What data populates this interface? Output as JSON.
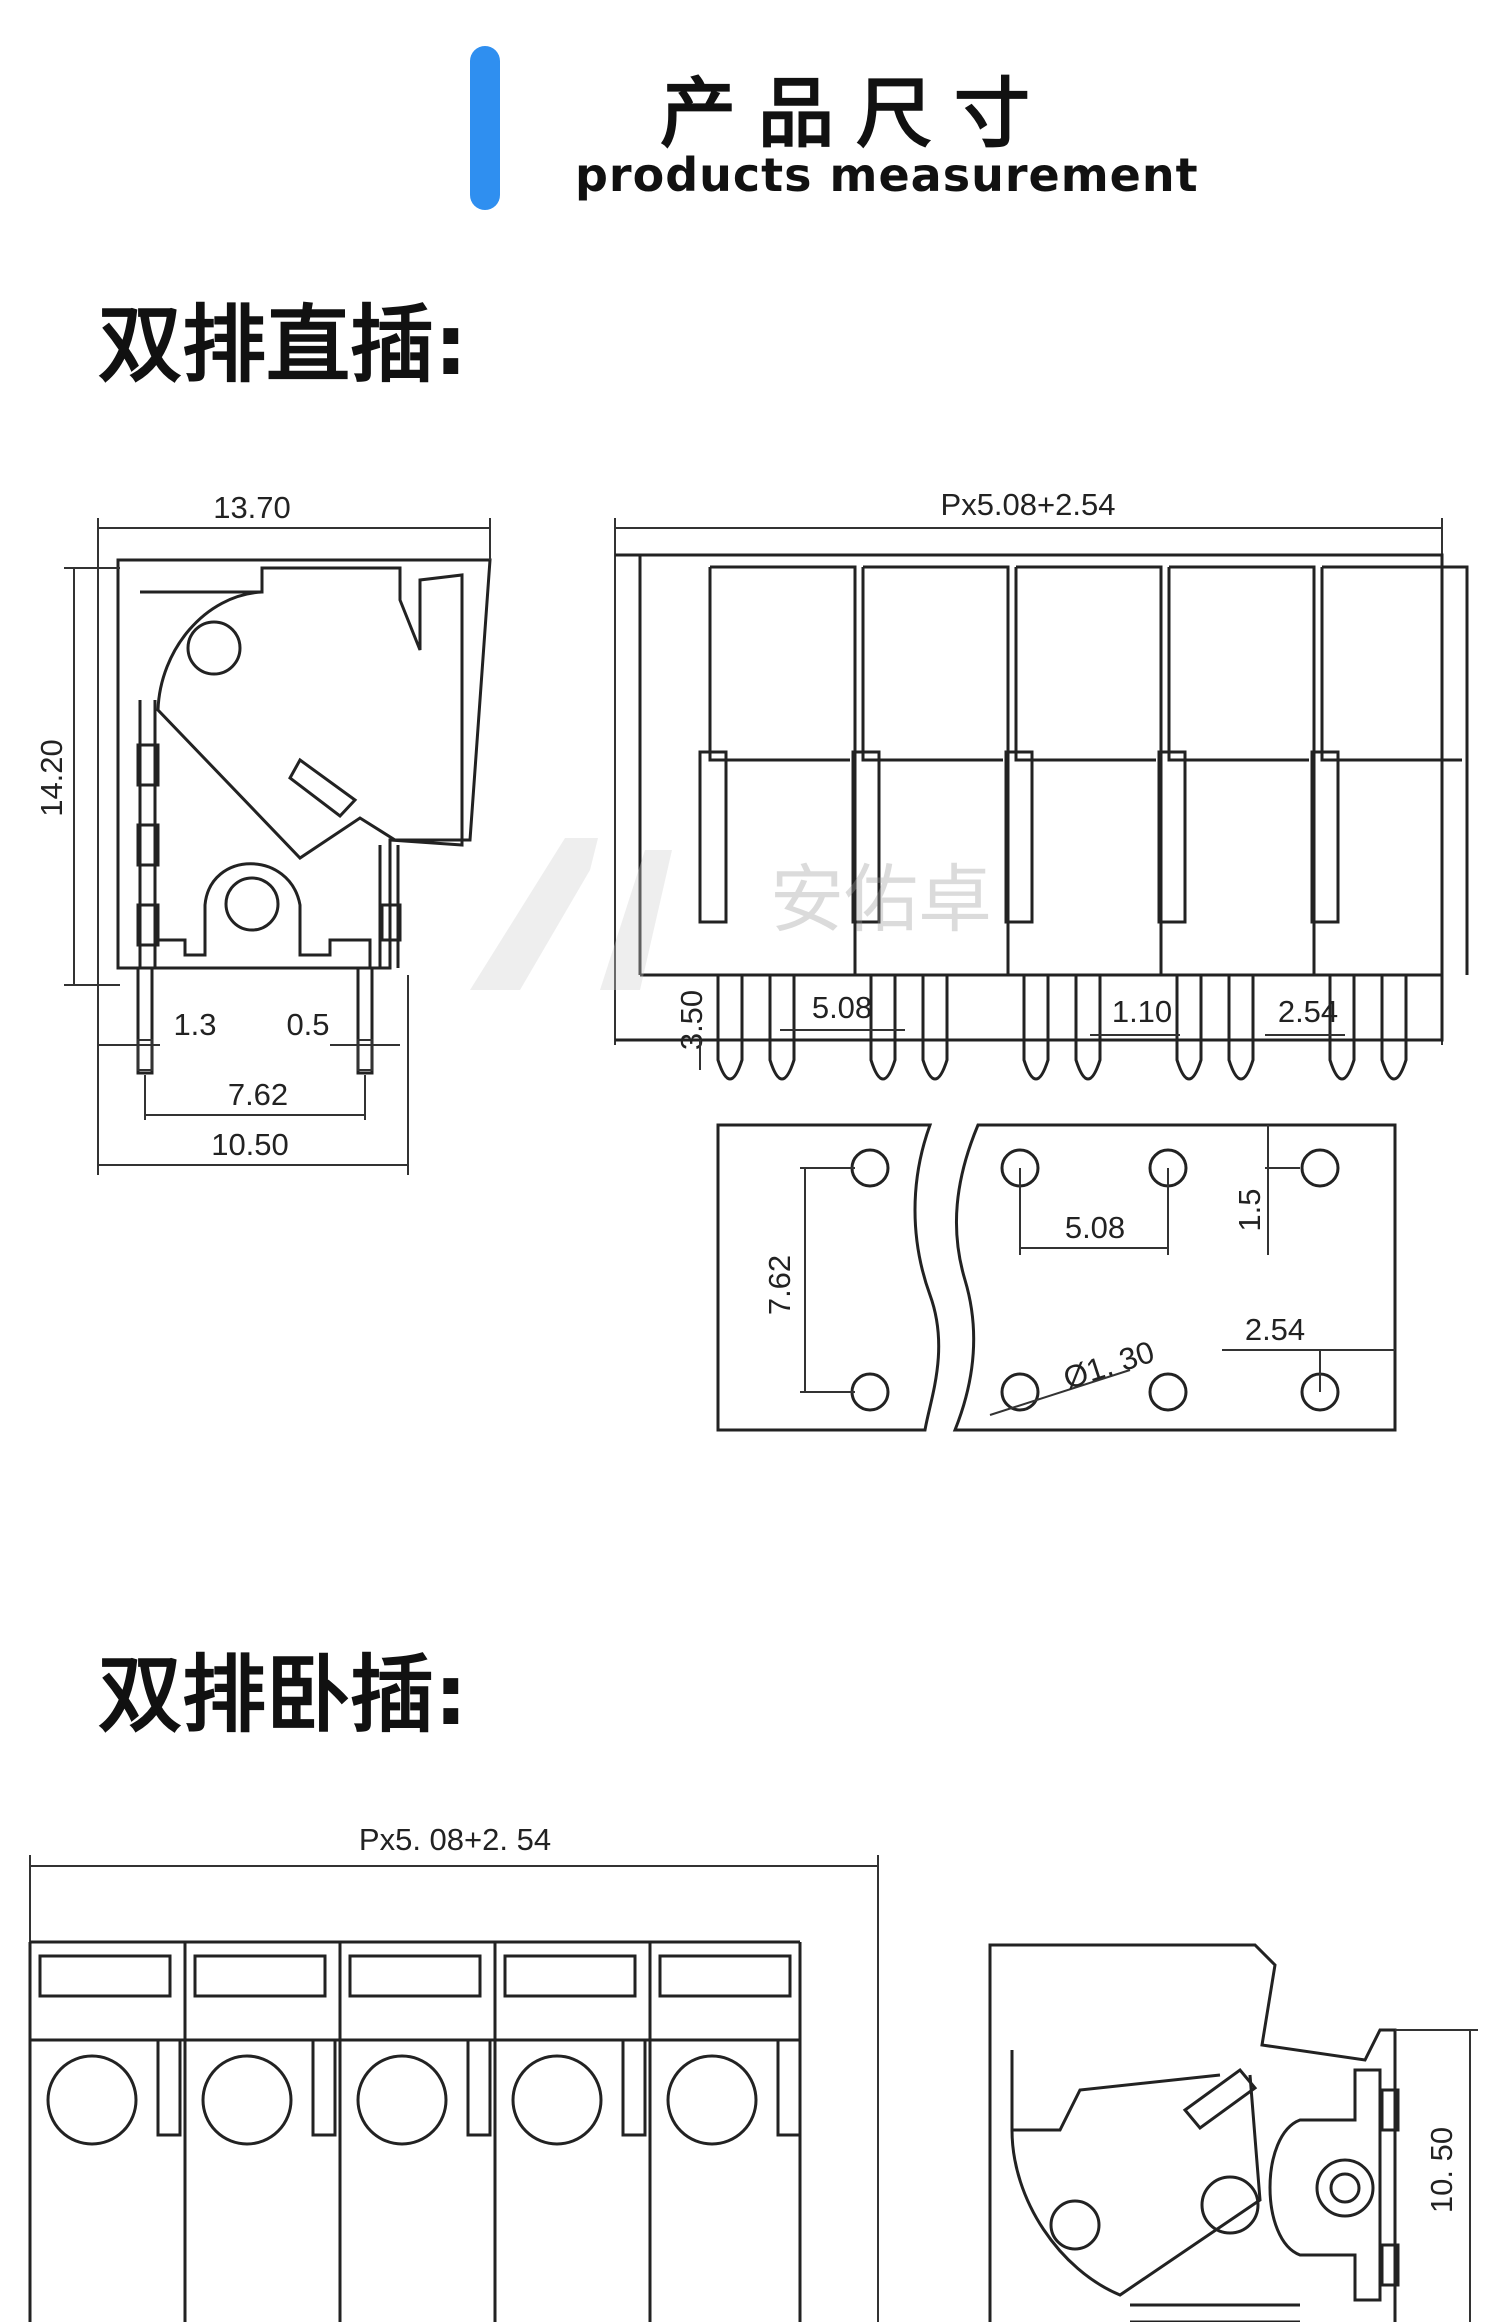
{
  "header": {
    "title_cn": "产品尺寸",
    "title_en": "products measurement",
    "accent_color": "#2f8ff0"
  },
  "sections": [
    {
      "title": "双排直插:"
    },
    {
      "title": "双排卧插:"
    }
  ],
  "diagram_vertical": {
    "side_view": {
      "width_label": "13.70",
      "height_label": "14.20",
      "left_pin_label": "1.3",
      "right_pin_label": "0.5",
      "pin_pitch_label": "7.62",
      "base_width_label": "10.50"
    },
    "front_view": {
      "overall_label": "Px5.08+2.54",
      "pin_length_label": "3.50",
      "pitch_label": "5.08",
      "pin_width_label": "1.10",
      "end_label": "2.54",
      "pole_count": 5
    },
    "pcb_layout": {
      "row_spacing_label": "7.62",
      "pitch_label": "5.08",
      "offset_label": "1.5",
      "hole_label": "Ø1. 30",
      "end_label": "2.54"
    }
  },
  "diagram_horizontal": {
    "front_view": {
      "overall_label": "Px5. 08+2. 54",
      "pole_count": 5
    },
    "side_view": {
      "height_label": "10. 50"
    }
  },
  "watermark": {
    "text": "安佑卓"
  }
}
